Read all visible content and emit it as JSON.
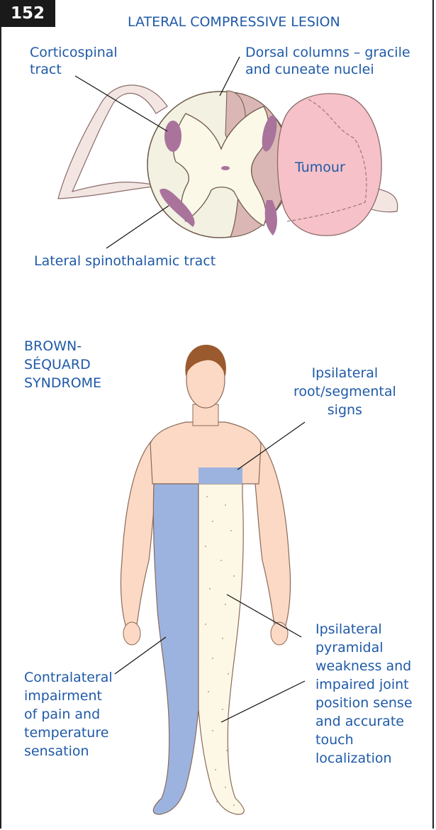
{
  "figure_number": "152",
  "title": "LATERAL COMPRESSIVE LESION",
  "labels": {
    "corticospinal": "Corticospinal\ntract",
    "dorsal_columns": "Dorsal columns – gracile\nand cuneate nuclei",
    "tumour": "Tumour",
    "spinothalamic": "Lateral spinothalamic tract",
    "syndrome": "BROWN-\nSÉQUARD\nSYNDROME",
    "root_signs": "Ipsilateral\nroot/segmental\nsigns",
    "contralateral": "Contralateral\nimpairment\nof pain and\ntemperature\nsensation",
    "ipsilateral_weakness": "Ipsilateral\npyramidal\nweakness and\nimpaired joint\nposition sense\nand accurate\ntouch\nlocalization"
  },
  "colors": {
    "label_text": "#1f5aa8",
    "tract": "#a9739c",
    "tumour": "#f6c1c8",
    "grey_matter": "#fbf8e8",
    "white_matter": "#f2f1e2",
    "compressed": "#dab7b4",
    "skin": "#fbd9c4",
    "blue_region": "#9cb3df",
    "dotted_region": "#fdf8e5"
  }
}
